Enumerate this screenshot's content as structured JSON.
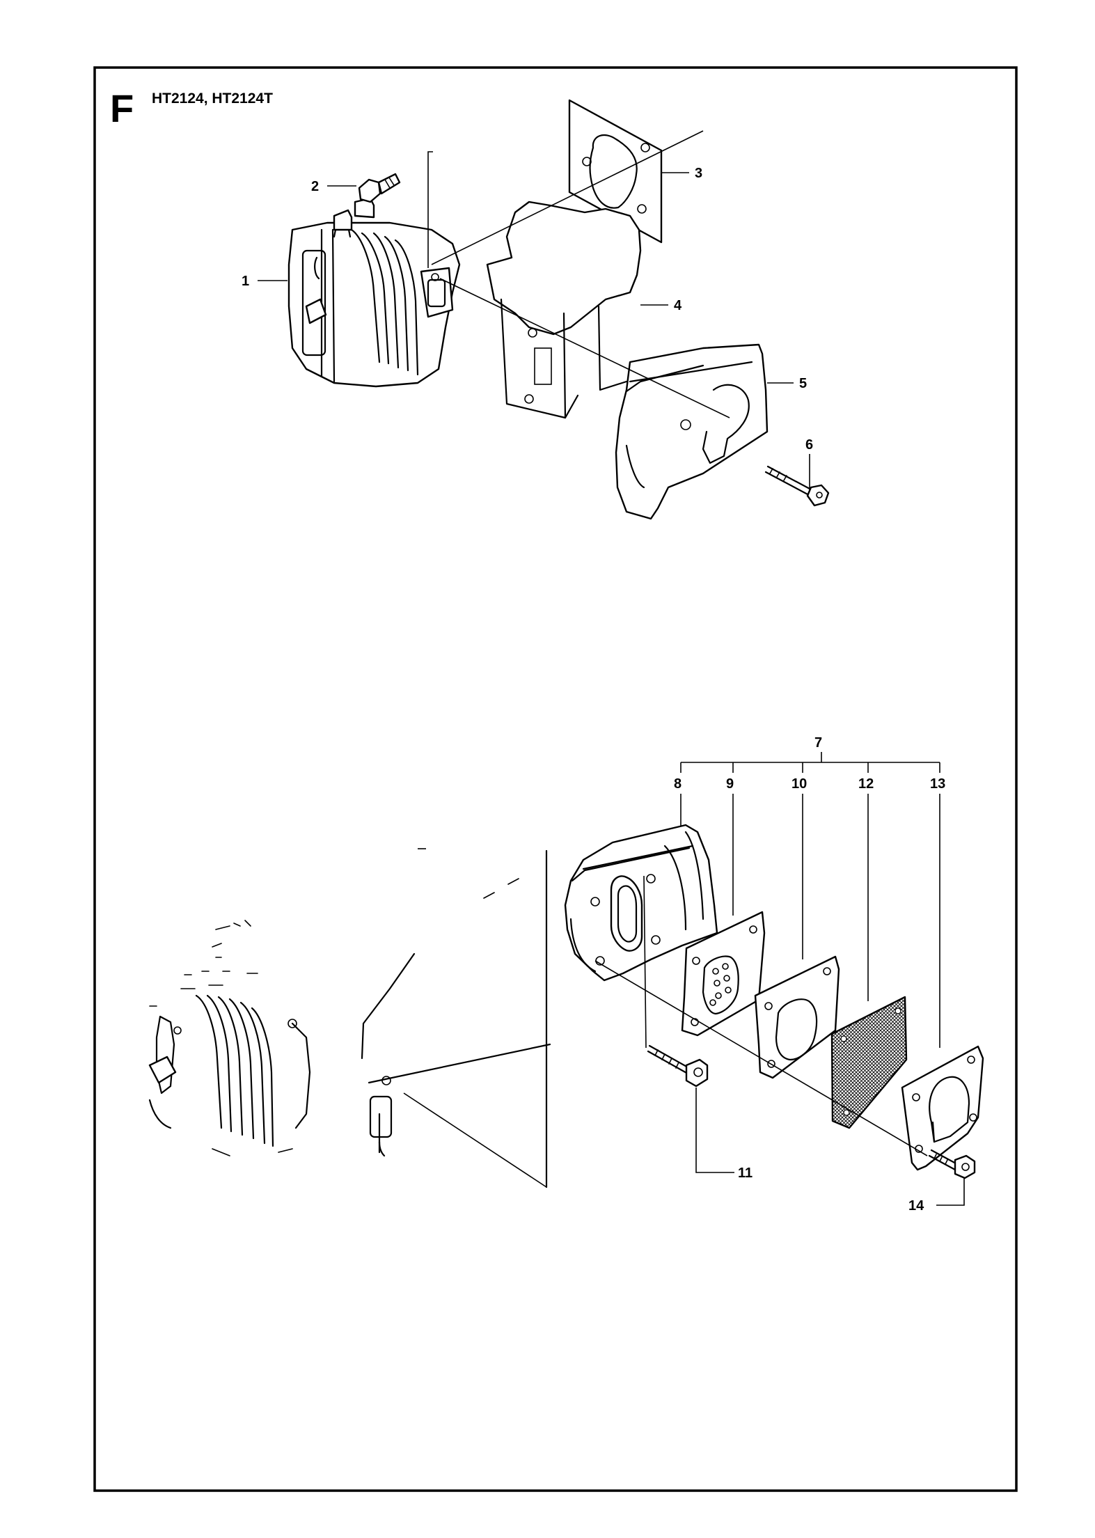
{
  "section_letter": "F",
  "model_label": "HT2124, HT2124T",
  "callouts": {
    "c1": "1",
    "c2": "2",
    "c3": "3",
    "c4": "4",
    "c5": "5",
    "c6": "6",
    "c7": "7",
    "c8": "8",
    "c9": "9",
    "c10": "10",
    "c11": "11",
    "c12": "12",
    "c13": "13",
    "c14": "14"
  }
}
